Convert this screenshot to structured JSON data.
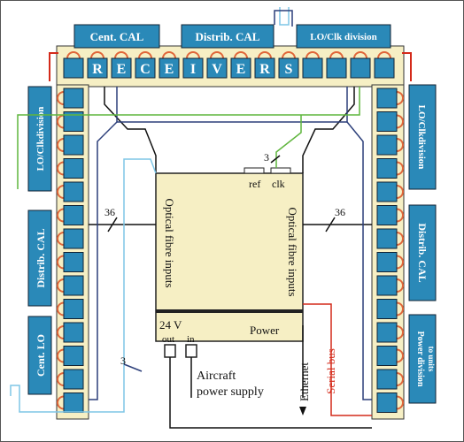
{
  "top_boxes": {
    "cent_cal": "Cent. CAL",
    "distrib_cal": "Distrib. CAL",
    "lo_clk": "LO/Clk  division"
  },
  "receivers_letters": [
    "R",
    "E",
    "C",
    "E",
    "I",
    "V",
    "E",
    "R",
    "S"
  ],
  "left_boxes": {
    "lo_clk": "LO/Clkdivision",
    "distrib_cal": "Distrib. CAL",
    "cent_lo": "Cent. LO"
  },
  "right_boxes": {
    "lo_clk": "LO/Clkdivision",
    "distrib_cal": "Distrib. CAL",
    "power_div": "Power division",
    "power_div_sub": "to units"
  },
  "central": {
    "ref": "ref",
    "clk": "clk",
    "count_top": "3",
    "left_inputs": "Optical fibre inputs",
    "right_inputs": "Optical fibre inputs",
    "power": "Power",
    "volt": "24 V",
    "out": "out",
    "in": "in"
  },
  "labels": {
    "n36_left": "36",
    "n36_right": "36",
    "n3_bottom": "3",
    "aircraft": "Aircraft",
    "power_supply": "power supply",
    "ethernet": "Ethernet",
    "serial_bus": "Serial bus"
  },
  "colors": {
    "box_blue": "#2a89b8",
    "cell_blue": "#2a89b8",
    "panel_cream": "#f6efc4",
    "orange_loop": "#e0663a",
    "red": "#d42a1a",
    "green": "#5fb53d",
    "navy": "#2c3f7a",
    "sky": "#7ec6e6"
  }
}
